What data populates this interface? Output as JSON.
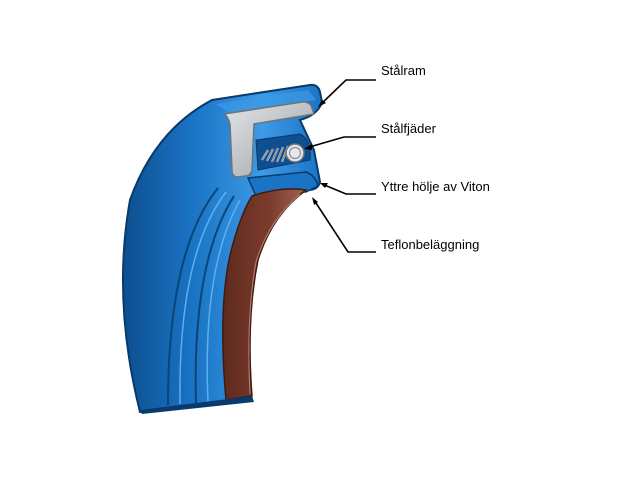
{
  "diagram": {
    "labels": [
      {
        "id": "steel-frame",
        "text": "Stålram"
      },
      {
        "id": "steel-spring",
        "text": "Stålfjäder"
      },
      {
        "id": "outer-casing",
        "text": "Yttre hölje av Viton"
      },
      {
        "id": "teflon-coating",
        "text": "Teflonbeläggning"
      }
    ],
    "colors": {
      "casing": "#1a73c4",
      "casing_light": "#3d9ae6",
      "casing_dark": "#0d4f8f",
      "casing_edge": "#083a6b",
      "steel": "#c9cdd2",
      "steel_dark": "#8b9096",
      "teflon": "#7b3b2c",
      "teflon_light": "#a0604e",
      "spring": "#b9bcc0",
      "leader": "#000000"
    }
  }
}
